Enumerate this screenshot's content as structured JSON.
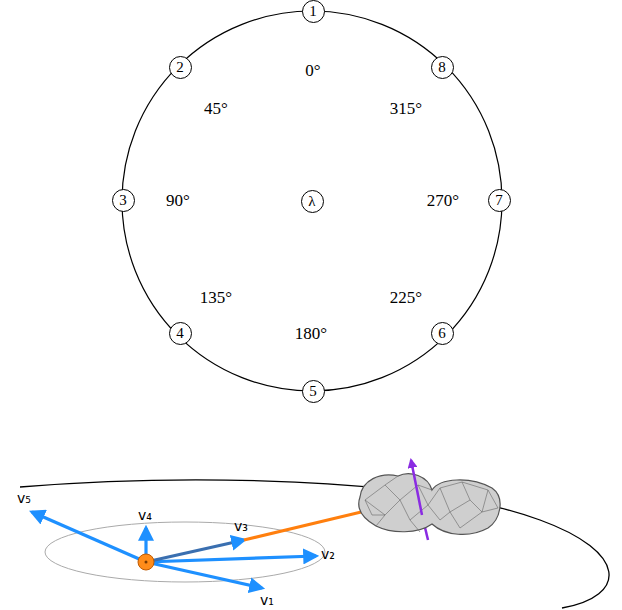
{
  "diagram": {
    "nodes": [
      {
        "text": [
          "1"
        ]
      },
      {
        "text": [
          "2"
        ]
      },
      {
        "text": [
          "3"
        ]
      },
      {
        "text": [
          "4"
        ]
      },
      {
        "text": [
          "5"
        ]
      },
      {
        "text": [
          "6"
        ]
      },
      {
        "text": [
          "7"
        ]
      },
      {
        "text": [
          "8"
        ]
      },
      {
        "text": [
          "λ"
        ]
      }
    ],
    "labels": [
      "0°",
      "45°",
      "90°",
      "135°",
      "180°",
      "225°",
      "270°",
      "315°",
      "v₅",
      "v₄",
      "v₃",
      "v₂",
      "v₁"
    ]
  }
}
